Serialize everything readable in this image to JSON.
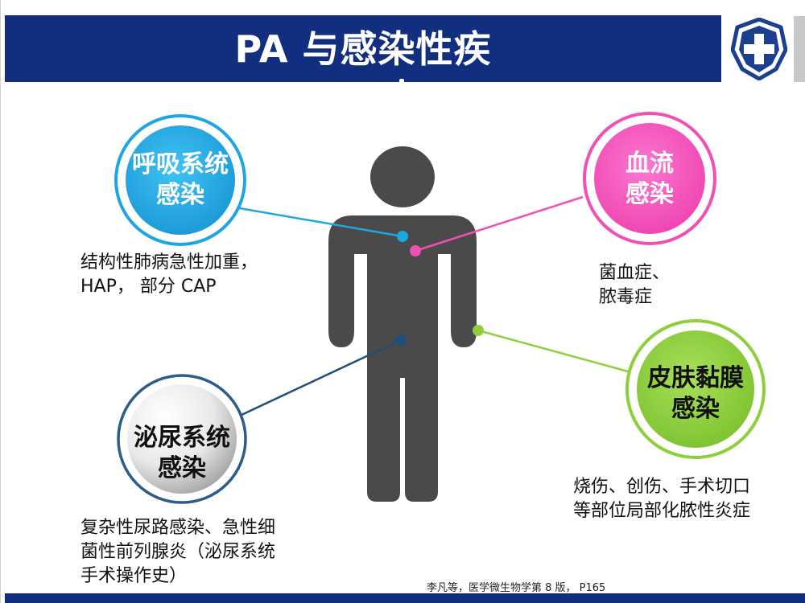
{
  "header": {
    "title": "PA 与感染性疾"
  },
  "infections": {
    "respiratory": {
      "label_line1": "呼吸系统",
      "label_line2": "感染",
      "desc_line1": "结构性肺病急性加重，",
      "desc_line2": "HAP， 部分 CAP",
      "color": "#1fa6e0"
    },
    "bloodstream": {
      "label_line1": "血流",
      "label_line2": "感染",
      "desc_line1": "菌血症、",
      "desc_line2": "脓毒症",
      "color": "#f04fb4"
    },
    "urinary": {
      "label_line1": "泌尿系统",
      "label_line2": "感染",
      "desc_line1": "复杂性尿路感染、急性细",
      "desc_line2": "菌性前列腺炎（泌尿系统",
      "desc_line3": "手术操作史）",
      "color": "#1d4f7a"
    },
    "skin": {
      "label_line1": "皮肤黏膜",
      "label_line2": "感染",
      "desc_line1": "烧伤、创伤、手术切口",
      "desc_line2": "等部位局部化脓性炎症",
      "color": "#8dcf3c"
    }
  },
  "citation": "李凡等，医学微生物学第 8 版， P165",
  "colors": {
    "title_bar": "#112f7e",
    "figure": "#4a4a4a"
  }
}
